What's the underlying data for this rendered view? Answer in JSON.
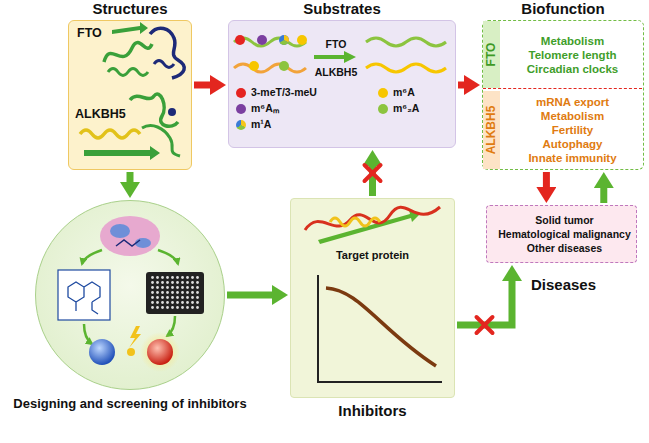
{
  "diagram": {
    "nodes": [
      {
        "text": [
          "Structures",
          "FTO",
          "ALKBH5"
        ]
      },
      {
        "text": [
          "Substrates",
          "FTO",
          "ALKBH5"
        ]
      },
      {
        "text": [
          "Biofunction"
        ]
      },
      {
        "text": [
          "FTO",
          "Metabolism",
          "Telomere length",
          "Circadian clocks"
        ],
        "in": 2
      },
      {
        "text": [
          "ALKBH5",
          "mRNA export",
          "Metabolism",
          "Fertility",
          "Autophagy",
          "Innate immunity"
        ],
        "in": 2
      },
      {
        "text": [
          "Designing and screening of inhibitors"
        ]
      },
      {
        "text": [
          "Inhibitors",
          "Target protein"
        ]
      },
      {
        "text": [
          "Diseases",
          "Solid tumor",
          "Hematological malignancy",
          "Other diseases"
        ]
      }
    ],
    "edges": [
      {
        "from": 0,
        "to": 1,
        "arrow": "to"
      },
      {
        "from": 1,
        "to": 2,
        "arrow": "to"
      },
      {
        "from": 0,
        "to": 5,
        "arrow": "to"
      },
      {
        "from": 5,
        "to": 6,
        "arrow": "to"
      },
      {
        "from": 6,
        "to": 1,
        "arrow": "to"
      },
      {
        "from": 2,
        "to": 7,
        "arrow": "to"
      },
      {
        "from": 7,
        "to": 2,
        "arrow": "to"
      },
      {
        "from": 6,
        "to": 7,
        "arrow": "to"
      }
    ],
    "legend": [
      {
        "text": "3-meT/3-meU",
        "color": "#e52421"
      },
      {
        "text": "m⁶Aₘ",
        "color": "#7b3fa0"
      },
      {
        "text": "m¹A"
      },
      {
        "text": "m⁶A",
        "color": "#f7c600"
      },
      {
        "text": "m⁶₂A",
        "color": "#8cc43f"
      }
    ]
  }
}
